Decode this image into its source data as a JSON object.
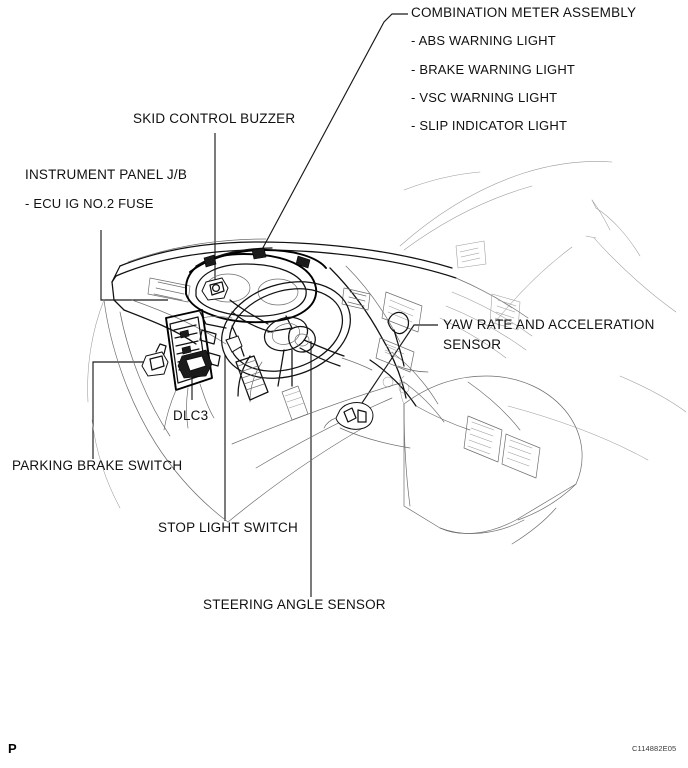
{
  "figure": {
    "title": "Dashboard component location diagram",
    "subject": "Vehicle instrument panel with ABS and VSC system components",
    "view": "Driver side interior, three-quarter perspective line drawing",
    "footer_mark": "P",
    "figure_code": "C114882E05",
    "line_color": "#111111",
    "background_color": "#ffffff"
  },
  "callouts": {
    "combination_meter": {
      "label": "COMBINATION METER ASSEMBLY",
      "items": [
        "- ABS WARNING LIGHT",
        "- BRAKE WARNING LIGHT",
        "- VSC WARNING LIGHT",
        "- SLIP INDICATOR LIGHT"
      ]
    },
    "skid_control_buzzer": {
      "label": "SKID CONTROL BUZZER"
    },
    "instrument_panel_jb": {
      "label": "INSTRUMENT PANEL J/B",
      "items": [
        "-  ECU IG NO.2 FUSE"
      ]
    },
    "yaw_rate_sensor": {
      "label_line1": "YAW RATE AND ACCELERATION",
      "label_line2": "SENSOR"
    },
    "dlc3": {
      "label": "DLC3"
    },
    "parking_brake_switch": {
      "label": "PARKING BRAKE SWITCH"
    },
    "stop_light_switch": {
      "label": "STOP LIGHT SWITCH"
    },
    "steering_angle_sensor": {
      "label": "STEERING ANGLE SENSOR"
    }
  }
}
